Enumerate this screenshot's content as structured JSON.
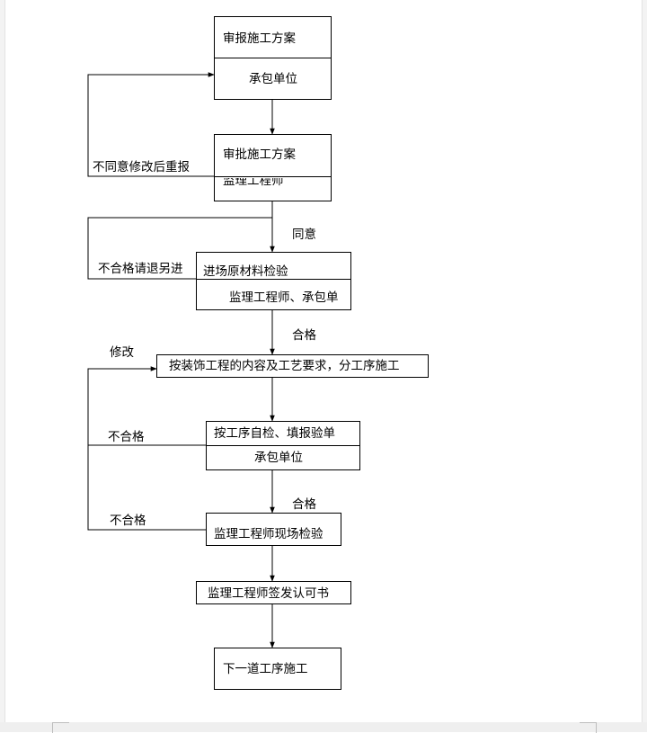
{
  "steps": {
    "submit_plan": {
      "title": "审报施工方案",
      "role": "承包单位"
    },
    "approve_plan": {
      "title": "审批施工方案",
      "role": "监理工程师"
    },
    "material_check": {
      "title": "进场原材料检验",
      "role": "监理工程师、承包单"
    },
    "construction": {
      "title": "按装饰工程的内容及工艺要求，分工序施工"
    },
    "self_check": {
      "title": "按工序自检、填报验单",
      "role": "承包单位"
    },
    "site_inspection": {
      "title": "监理工程师现场检验"
    },
    "permit": {
      "title": "监理工程师签发认可书"
    },
    "next_step": {
      "title": "下一道工序施工"
    }
  },
  "labels": {
    "reject_resubmit": "不同意修改后重报",
    "agree": "同意",
    "fail_return": "不合格请退另进",
    "pass_1": "合格",
    "modify": "修改",
    "fail_1": "不合格",
    "pass_2": "合格",
    "fail_2": "不合格"
  },
  "colors": {
    "line": "#000000",
    "background": "#ffffff"
  }
}
